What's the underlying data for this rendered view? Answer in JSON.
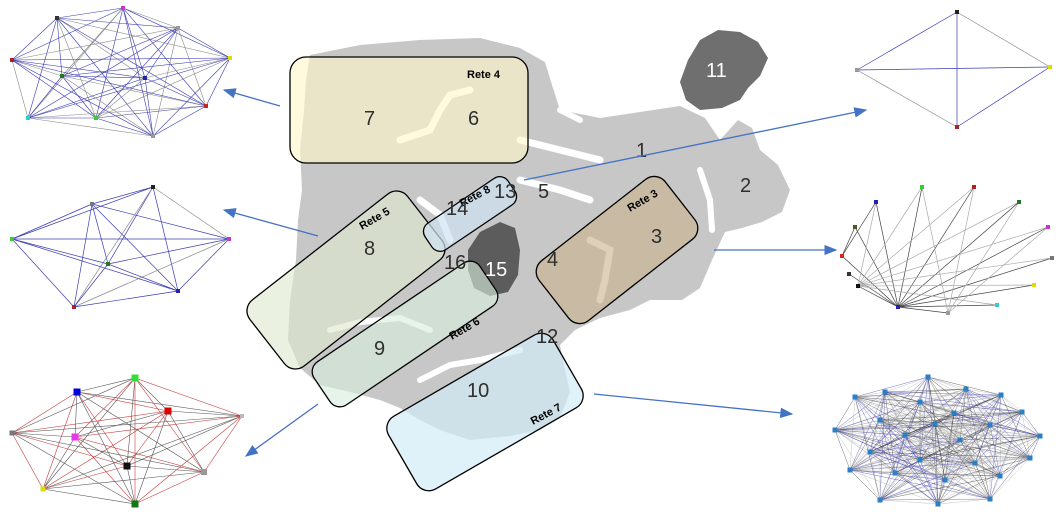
{
  "zones": [
    {
      "id": "z1",
      "label": "1"
    },
    {
      "id": "z2",
      "label": "2"
    },
    {
      "id": "z3",
      "label": "3"
    },
    {
      "id": "z4",
      "label": "4"
    },
    {
      "id": "z5",
      "label": "5"
    },
    {
      "id": "z6",
      "label": "6"
    },
    {
      "id": "z7",
      "label": "7"
    },
    {
      "id": "z8",
      "label": "8"
    },
    {
      "id": "z9",
      "label": "9"
    },
    {
      "id": "z10",
      "label": "10"
    },
    {
      "id": "z11",
      "label": "11"
    },
    {
      "id": "z12",
      "label": "12"
    },
    {
      "id": "z13",
      "label": "13"
    },
    {
      "id": "z14",
      "label": "14"
    },
    {
      "id": "z15",
      "label": "15"
    },
    {
      "id": "z16",
      "label": "16"
    }
  ],
  "networks": [
    {
      "id": "rete3",
      "label": "Rete 3",
      "fill": "#c9b38a"
    },
    {
      "id": "rete4",
      "label": "Rete 4",
      "fill": "#fff7c8"
    },
    {
      "id": "rete5",
      "label": "Rete 5",
      "fill": "#dfe8cf"
    },
    {
      "id": "rete6",
      "label": "Rete 6",
      "fill": "#d6eedc"
    },
    {
      "id": "rete7",
      "label": "Rete 7",
      "fill": "#d2ebf7"
    },
    {
      "id": "rete8",
      "label": "Rete 8",
      "fill": "#cfe3f2"
    }
  ],
  "colors": {
    "arrow": "#4472c4",
    "map_light": "#c4c4c4",
    "map_dark": "#6d6d6d",
    "edge_blue": "#3c3cb4",
    "edge_red": "#c83c3c",
    "edge_gray": "#8a8a8a"
  }
}
